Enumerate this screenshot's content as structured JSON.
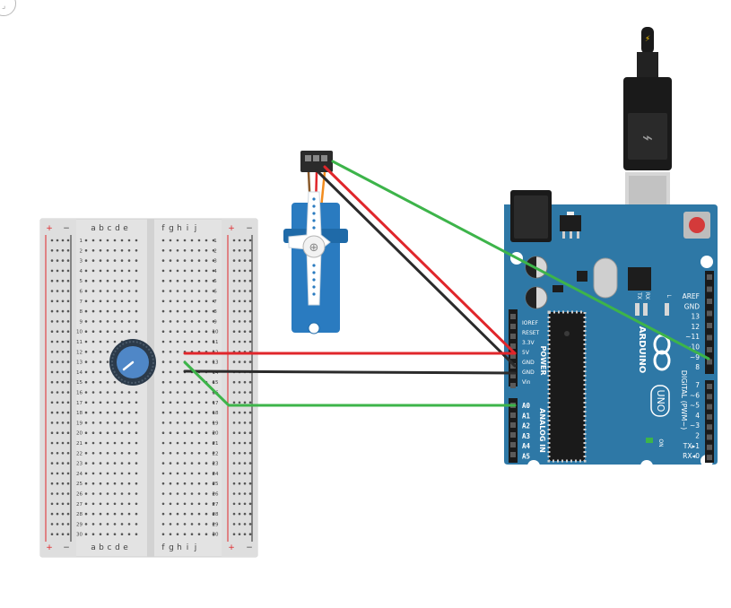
{
  "breadboard": {
    "col_letters_left": [
      "a",
      "b",
      "c",
      "d",
      "e"
    ],
    "col_letters_right": [
      "f",
      "g",
      "h",
      "i",
      "j"
    ],
    "row_count": 30,
    "rail_plus": "+",
    "rail_minus": "−"
  },
  "arduino": {
    "brand": "ARDUINO",
    "model": "UNO",
    "digital_label": "DIGITAL (PWM~)",
    "power_label": "POWER",
    "analog_label": "ANALOG IN",
    "on_label": "ON",
    "l_label": "L",
    "tx_label": "TX",
    "rx_label": "RX",
    "power_pins": [
      "IOREF",
      "RESET",
      "3.3V",
      "5V",
      "GND",
      "GND",
      "Vin"
    ],
    "analog_pins": [
      "A0",
      "A1",
      "A2",
      "A3",
      "A4",
      "A5"
    ],
    "digital_top_pins": [
      "AREF",
      "GND",
      "13",
      "12",
      "~11",
      "~10",
      "~9",
      "8"
    ],
    "digital_bottom_pins": [
      "7",
      "~6",
      "~5",
      "4",
      "~3",
      "2",
      "TX▸1",
      "RX◂0"
    ]
  },
  "colors": {
    "wire_red": "#e0262b",
    "wire_black": "#2b2b2b",
    "wire_green": "#3db44a",
    "board_blue": "#2e78a6",
    "servo_blue": "#2a7bc0",
    "breadboard": "#e6e6e6"
  },
  "icons": {
    "usb_plug": "usb-icon",
    "lightning": "lightning-icon",
    "infinity_logo": "arduino-logo-icon",
    "corner_button": "collapse-icon"
  }
}
